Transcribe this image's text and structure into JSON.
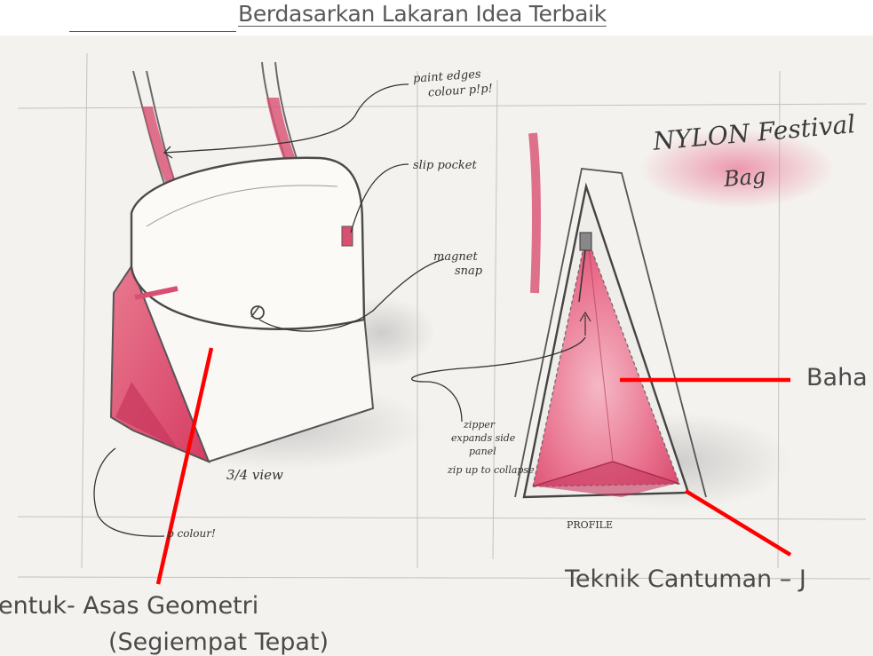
{
  "title": "Berdasarkan Lakaran Idea Terbaik",
  "sketch": {
    "heading_line1": "NYLON Festival",
    "heading_line2": "Bag",
    "notes": {
      "paint_edges": "paint edges",
      "colour_pip": "colour p!p!",
      "slip_pocket": "slip pocket",
      "magnet": "magnet",
      "snap": "snap",
      "zipper": "zipper",
      "expands_side": "expands side",
      "panel": "panel",
      "zip_up": "zip up to collapse",
      "view": "3/4 view",
      "pip_colour": "p colour!",
      "profile": "PROFILE"
    }
  },
  "annotations": {
    "bentuk_line1": "entuk- Asas Geometri",
    "bentuk_line2": "(Segiempat Tepat)",
    "bahan": "Baha",
    "teknik": "Teknik Cantuman  – J"
  },
  "colors": {
    "annotation_line": "#ff0000",
    "accent_pink": "#e0486c",
    "paper": "#f4f2ee"
  }
}
